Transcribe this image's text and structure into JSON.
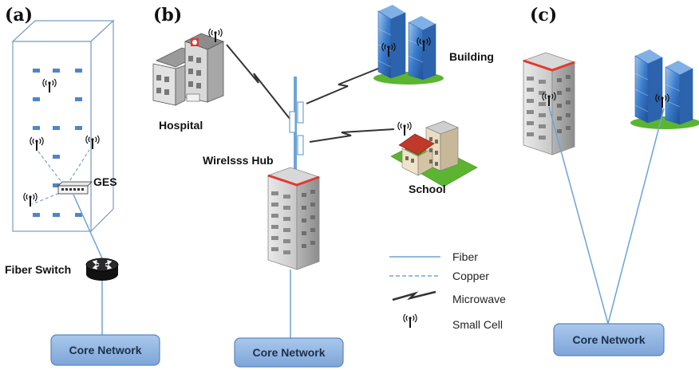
{
  "panels": {
    "a": {
      "label": "(a)",
      "ges_label": "GES",
      "switch_label": "Fiber Switch",
      "core_label": "Core Network"
    },
    "b": {
      "label": "(b)",
      "hospital_label": "Hospital",
      "building_label": "Building",
      "hub_label": "Wirelsss Hub",
      "school_label": "School",
      "core_label": "Core Network"
    },
    "c": {
      "label": "(c)",
      "core_label": "Core Network"
    }
  },
  "legend": {
    "fiber": "Fiber",
    "copper": "Copper",
    "microwave": "Microwave",
    "small_cell": "Small Cell"
  },
  "colors": {
    "fiber_line": "#6fa3d6",
    "core_box_fill": "#8fb4e0",
    "core_box_stroke": "#5b86bf",
    "building_wall_stroke": "#7a9cc0",
    "floor_tile": "#4f86c6",
    "tower_red_trim": "#e03a2f",
    "glass_blue": "#3c79c8",
    "grass_green": "#5cb531"
  },
  "icons": {
    "small_cell": "antenna-icon",
    "switch": "router-icon",
    "ges": "ethernet-switch-icon"
  }
}
